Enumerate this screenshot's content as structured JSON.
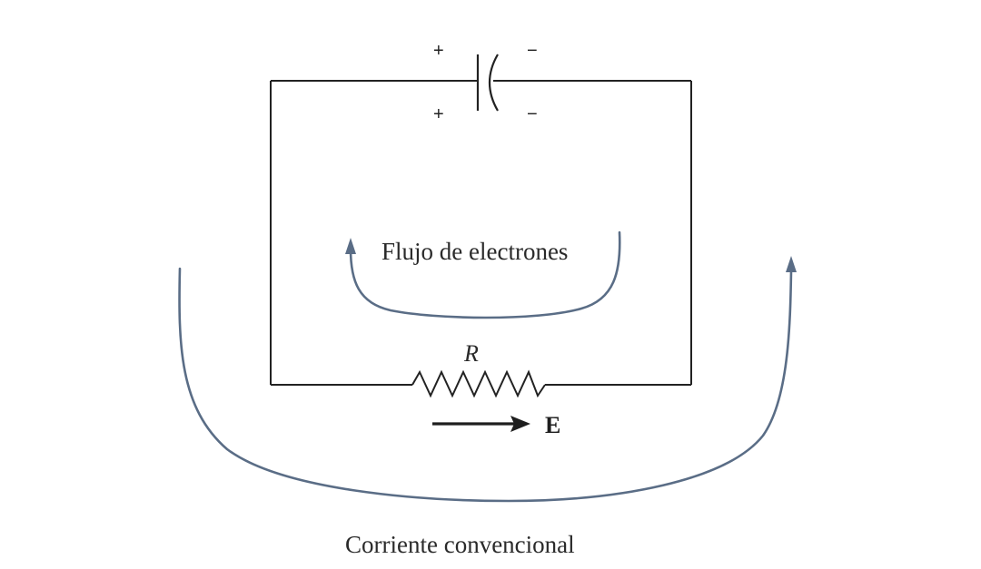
{
  "capacitor": {
    "top_left_sign": "+",
    "top_right_sign": "−",
    "bottom_left_sign": "+",
    "bottom_right_sign": "−"
  },
  "resistor": {
    "label": "R"
  },
  "field": {
    "label": "E"
  },
  "electron_flow": {
    "label": "Flujo de electrones"
  },
  "conventional_current": {
    "label": "Corriente convencional"
  },
  "colors": {
    "wire": "#222222",
    "flow_arrow": "#5a6d86",
    "text": "#2a2a2a"
  }
}
